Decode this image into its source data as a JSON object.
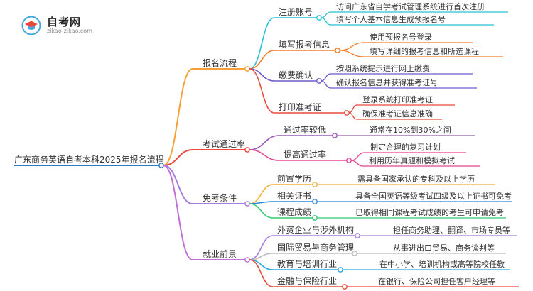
{
  "logo": {
    "title": "自考网",
    "url": "zikao-zikao.com"
  },
  "mindmap": {
    "root": "广东商务英语自考本科2025年报名流程",
    "branches": [
      {
        "label": "报名流程",
        "color": "#f5a136",
        "children": [
          {
            "label": "注册账号",
            "color": "#29c1d6",
            "leaves": [
              "访问广东省自学考试管理系统进行首次注册",
              "填写个人基本信息生成预报名号"
            ]
          },
          {
            "label": "填写报考信息",
            "color": "#f57c26",
            "leaves": [
              "使用预报名号登录",
              "填写详细的报考信息和所选课程"
            ]
          },
          {
            "label": "缴费确认",
            "color": "#6a5acd",
            "leaves": [
              "按照系统提示进行网上缴费",
              "确认报名信息并获得准考证号"
            ]
          },
          {
            "label": "打印准考证",
            "color": "#e84b3c",
            "leaves": [
              "登录系统打印准考证",
              "确保准考证信息准确"
            ]
          }
        ]
      },
      {
        "label": "考试通过率",
        "color": "#e84b3c",
        "children": [
          {
            "label": "通过率较低",
            "color": "#9b59b6",
            "leaves": [
              "通常在10%到30%之间"
            ]
          },
          {
            "label": "提高通过率",
            "color": "#e84393",
            "leaves": [
              "制定合理的复习计划",
              "利用历年真题和模拟考试"
            ]
          }
        ]
      },
      {
        "label": "免考条件",
        "color": "#a57fdc",
        "children": [
          {
            "label": "前置学历",
            "color": "#f2b134",
            "leaves": [
              "需具备国家承认的专科及以上学历"
            ]
          },
          {
            "label": "相关证书",
            "color": "#2e86de",
            "leaves": [
              "具备全国英语等级考试四级及以上证书可免考"
            ]
          },
          {
            "label": "课程成绩",
            "color": "#2ecc71",
            "leaves": [
              "已取得相同课程考试成绩的考生可申请免考"
            ]
          }
        ]
      },
      {
        "label": "就业前景",
        "color": "#c070d8",
        "children": [
          {
            "label": "外资企业与涉外机构",
            "color": "#a57fdc",
            "leaves": [
              "担任商务助理、翻译、市场专员等"
            ]
          },
          {
            "label": "国际贸易与商务管理",
            "color": "#bfbfbf",
            "leaves": [
              "从事进出口贸易、商务谈判等"
            ]
          },
          {
            "label": "教育与培训行业",
            "color": "#29a7e0",
            "leaves": [
              "在中小学、培训机构或高等院校任教"
            ]
          },
          {
            "label": "金融与保险行业",
            "color": "#e84b3c",
            "leaves": [
              "在银行、保险公司担任客户经理等"
            ]
          }
        ]
      }
    ]
  }
}
